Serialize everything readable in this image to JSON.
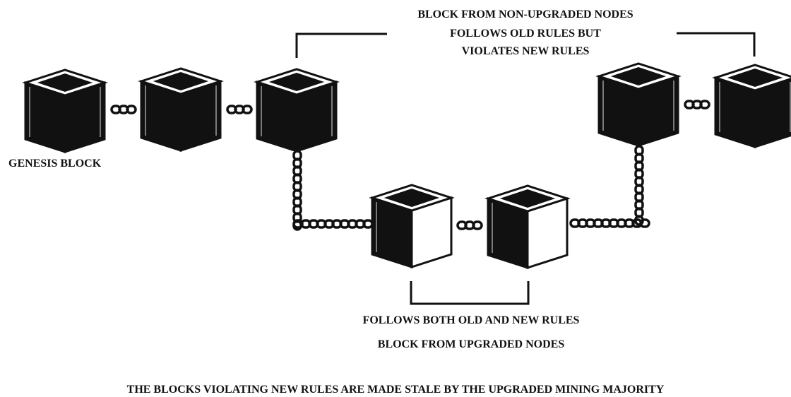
{
  "labels": {
    "genesis": "GENESIS BLOCK",
    "non_upgraded_line1": "BLOCK FROM NON-UPGRADED NODES",
    "non_upgraded_line2": "FOLLOWS OLD RULES BUT",
    "non_upgraded_line3": "VIOLATES NEW RULES",
    "upgraded_line1": "FOLLOWS BOTH OLD AND NEW RULES",
    "upgraded_line2": "BLOCK FROM UPGRADED NODES",
    "footer": "THE BLOCKS VIOLATING NEW RULES ARE MADE STALE BY THE UPGRADED MINING MAJORITY"
  },
  "blocks": [
    {
      "id": "genesis-block",
      "style": "dark",
      "group": "main-chain"
    },
    {
      "id": "block-2",
      "style": "dark",
      "group": "main-chain"
    },
    {
      "id": "fork-block",
      "style": "dark",
      "group": "main-chain"
    },
    {
      "id": "upgraded-block-1",
      "style": "light",
      "group": "upgraded"
    },
    {
      "id": "upgraded-block-2",
      "style": "light",
      "group": "upgraded"
    },
    {
      "id": "non-upgraded-block-1",
      "style": "dark",
      "group": "non-upgraded"
    },
    {
      "id": "non-upgraded-block-2",
      "style": "dark",
      "group": "non-upgraded"
    }
  ],
  "colors": {
    "ink": "#111111",
    "paper": "#ffffff"
  }
}
